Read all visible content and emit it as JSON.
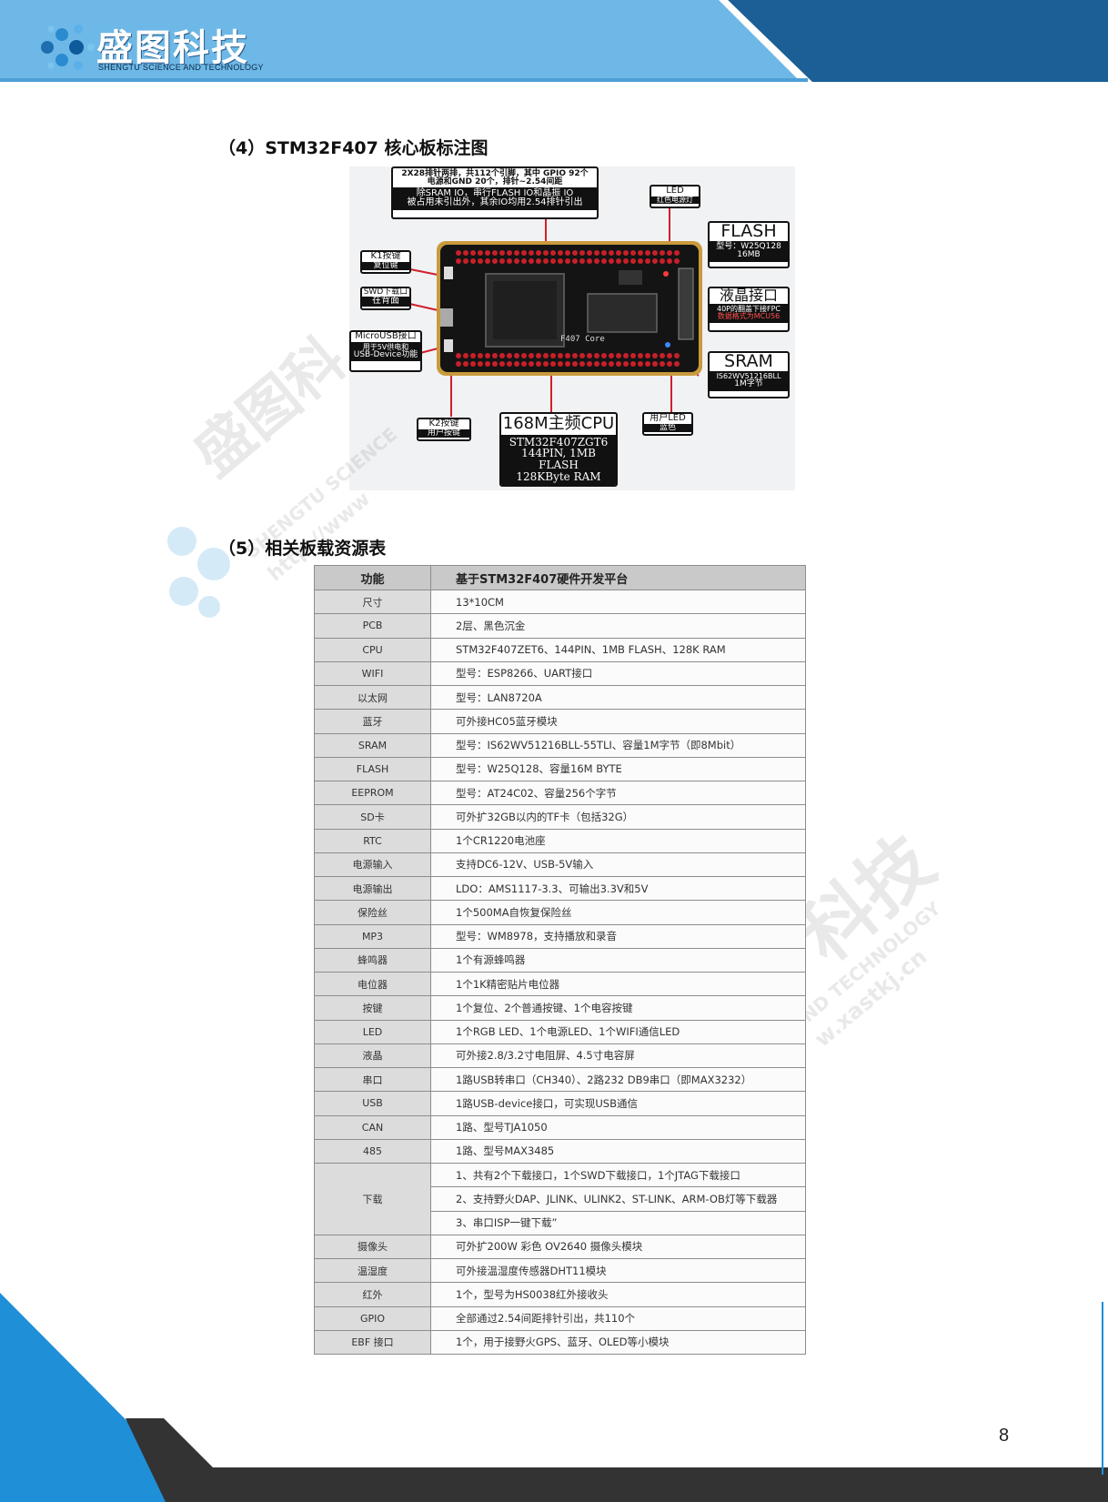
{
  "header": {
    "logo_cn": "盛图科技",
    "logo_en": "SHENGTU SCIENCE AND TECHNOLOGY"
  },
  "section4": {
    "title": "（4）STM32F407 核心板标注图"
  },
  "board": {
    "callouts": {
      "header_pins": {
        "line1": "2X28排针两排，共112个引脚，其中 GPIO 92个",
        "line2": "电源和GND 20个，排针~2.54间距",
        "line3": "除SRAM IO，串行FLASH IO和晶振 IO",
        "line4": "被占用未引出外，其余IO均用2.54排针引出"
      },
      "led": {
        "title": "LED",
        "sub": "红色电源灯"
      },
      "flash": {
        "title": "FLASH",
        "sub": "型号：W25Q128",
        "sub2": "16MB"
      },
      "lcd": {
        "title": "液晶接口",
        "sub": "40P的翻盖下接FPC",
        "sub2": "数据格式为MCU56"
      },
      "sram": {
        "title": "SRAM",
        "sub": "IS62WV51216BLL",
        "sub2": "1M字节"
      },
      "k1": {
        "title": "K1按键",
        "sub": "复位键"
      },
      "swd": {
        "title": "SWD下载口",
        "sub": "在背面"
      },
      "usb": {
        "title": "MicroUSB接口",
        "sub": "用于5V供电和",
        "sub2": "USB-Device功能"
      },
      "k2": {
        "title": "K2按键",
        "sub": "用户按键"
      },
      "cpu": {
        "title": "168M主频CPU",
        "line1": "STM32F407ZGT6",
        "line2": "144PIN, 1MB FLASH",
        "line3": "128KByte RAM"
      },
      "userled": {
        "title": "用户LED",
        "sub": "蓝色"
      }
    },
    "silk": "F407 Core"
  },
  "section5": {
    "title": "（5）相关板载资源表"
  },
  "table": {
    "header": [
      "功能",
      "基于STM32F407硬件开发平台"
    ],
    "rows": [
      {
        "func": "尺寸",
        "desc": "13*10CM"
      },
      {
        "func": "PCB",
        "desc": "2层、黑色沉金"
      },
      {
        "func": "CPU",
        "desc": "STM32F407ZET6、144PIN、1MB FLASH、128K RAM"
      },
      {
        "func": "WIFI",
        "desc": "型号：ESP8266、UART接口"
      },
      {
        "func": "以太网",
        "desc": "型号：LAN8720A"
      },
      {
        "func": "蓝牙",
        "desc": "可外接HC05蓝牙模块"
      },
      {
        "func": "SRAM",
        "desc": "型号：IS62WV51216BLL-55TLI、容量1M字节（即8Mbit）"
      },
      {
        "func": "FLASH",
        "desc": "型号：W25Q128、容量16M BYTE"
      },
      {
        "func": "EEPROM",
        "desc": "型号：AT24C02、容量256个字节"
      },
      {
        "func": "SD卡",
        "desc": "可外扩32GB以内的TF卡（包括32G）"
      },
      {
        "func": "RTC",
        "desc": "1个CR1220电池座"
      },
      {
        "func": "电源输入",
        "desc": "支持DC6-12V、USB-5V输入"
      },
      {
        "func": "电源输出",
        "desc": "LDO：AMS1117-3.3、可输出3.3V和5V"
      },
      {
        "func": "保险丝",
        "desc": "1个500MA自恢复保险丝"
      },
      {
        "func": "MP3",
        "desc": "型号：WM8978，支持播放和录音"
      },
      {
        "func": "蜂鸣器",
        "desc": "1个有源蜂鸣器"
      },
      {
        "func": "电位器",
        "desc": "1个1K精密贴片电位器"
      },
      {
        "func": "按键",
        "desc": "1个复位、2个普通按键、1个电容按键"
      },
      {
        "func": "LED",
        "desc": "1个RGB LED、1个电源LED、1个WIFI通信LED"
      },
      {
        "func": "液晶",
        "desc": "可外接2.8/3.2寸电阻屏、4.5寸电容屏"
      },
      {
        "func": "串口",
        "desc": "1路USB转串口（CH340）、2路232 DB9串口（即MAX3232）"
      },
      {
        "func": "USB",
        "desc": "1路USB-device接口，可实现USB通信"
      },
      {
        "func": "CAN",
        "desc": "1路、型号TJA1050"
      },
      {
        "func": "485",
        "desc": "1路、型号MAX3485"
      }
    ],
    "download": {
      "func": "下载",
      "lines": [
        "1、共有2个下载接口，1个SWD下载接口，1个JTAG下载接口",
        "2、支持野火DAP、JLINK、ULINK2、ST-LINK、ARM-OB灯等下载器",
        "3、串口ISP一键下载”"
      ]
    },
    "rows_after": [
      {
        "func": "摄像头",
        "desc": "可外扩200W 彩色 OV2640 摄像头模块"
      },
      {
        "func": "温湿度",
        "desc": "可外接温湿度传感器DHT11模块"
      },
      {
        "func": "红外",
        "desc": "1个，型号为HS0038红外接收头"
      },
      {
        "func": "GPIO",
        "desc": "全部通过2.54间距排针引出，共110个"
      },
      {
        "func": "EBF 接口",
        "desc": "1个，用于接野火GPS、蓝牙、OLED等小模块"
      }
    ]
  },
  "watermarks": {
    "cn_left": "盛图科",
    "cn_right": "科技",
    "en_left": "SHENGTU SCIENCE",
    "url_left": "http://www",
    "en_right": "ND TECHNOLOGY",
    "url_right": "w.xastkj.cn"
  },
  "footer": {
    "page_number": "8"
  },
  "colors": {
    "banner_light": "#6db8e6",
    "banner_dark": "#1b5f96",
    "footer_dark": "#2d2d2d",
    "accent_blue": "#1f8fd8"
  }
}
